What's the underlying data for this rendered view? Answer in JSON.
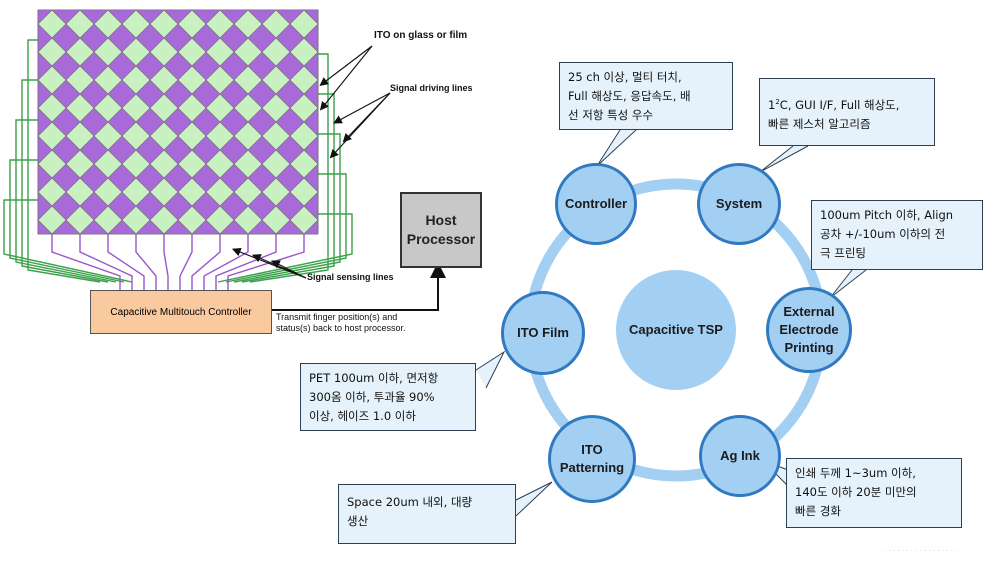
{
  "touch_panel": {
    "labels": {
      "ito": "ITO on glass or film",
      "driving": "Signal driving lines",
      "sensing": "Signal sensing lines"
    },
    "controller": "Capacitive Multitouch Controller",
    "host": {
      "line1": "Host",
      "line2": "Processor"
    },
    "transmit": {
      "line1": "Transmit finger position(s) and",
      "line2": "status(s) back to host processor."
    },
    "colors": {
      "green_diamond": "#c8f0c0",
      "purple_diamond": "#a96ad9",
      "green_line": "#3aa04a",
      "purple_line": "#9b55cc"
    }
  },
  "tsp_diagram": {
    "center": "Capacitive TSP",
    "nodes": {
      "controller": "Controller",
      "system": "System",
      "external": {
        "line1": "External",
        "line2": "Electrode",
        "line3": "Printing"
      },
      "ag_ink": "Ag Ink",
      "ito_patterning": {
        "line1": "ITO",
        "line2": "Patterning"
      },
      "ito_film": "ITO Film"
    },
    "callouts": {
      "controller": [
        "25 ch 이상, 멀티 터치,",
        "Full 해상도, 응답속도, 배",
        "선 저항 특성 우수"
      ],
      "system": {
        "line1_prefix": "1",
        "line1_sup": "2",
        "line1_rest": "C, GUI I/F, Full 해상도,",
        "line2": "빠른 제스처 알고리즘"
      },
      "external": [
        "100um Pitch 이하, Align",
        "공차 +/-10um 이하의 전",
        "극 프린팅"
      ],
      "ito_film": [
        "PET 100um 이하, 면저항",
        "300옴 이하, 투과율 90%",
        "이상, 헤이즈 1.0 이하"
      ],
      "ag_ink": [
        "인쇄 두께 1~3um 이하,",
        "140도 이하 20분 미만의",
        "빠른 경화"
      ],
      "ito_patterning": [
        "Space 20um 내외, 대량",
        "생산"
      ]
    },
    "colors": {
      "node_fill": "#a3cff3",
      "node_border": "#2f7ac0",
      "ring": "#a3cff3",
      "callout_fill": "#e6f2fb"
    }
  }
}
